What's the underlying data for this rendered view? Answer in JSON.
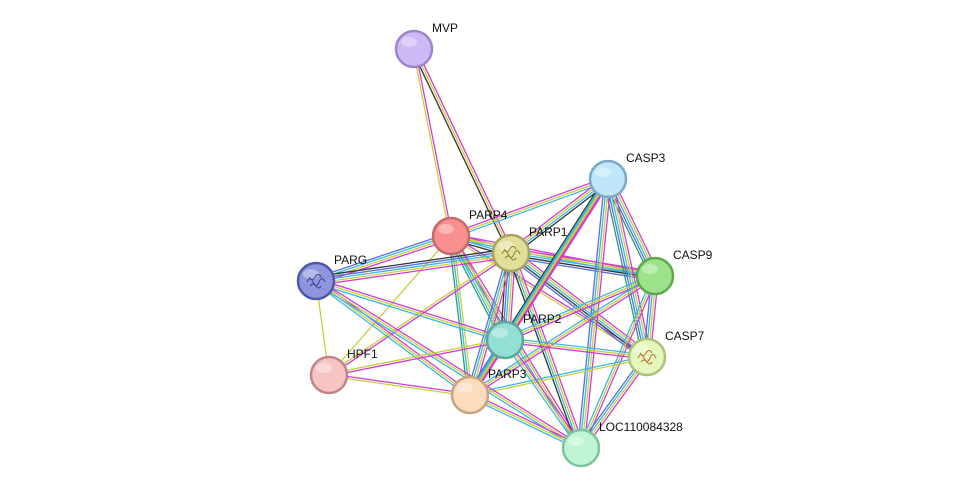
{
  "diagram": {
    "type": "protein-interaction-network",
    "nodes": [
      {
        "id": "MVP",
        "label": "MVP",
        "fill": "#cdb9f5",
        "stroke": "#9a86c8",
        "structure": false
      },
      {
        "id": "CASP3",
        "label": "CASP3",
        "fill": "#c0e6fb",
        "stroke": "#7aa8c8",
        "structure": false
      },
      {
        "id": "PARP4",
        "label": "PARP4",
        "fill": "#f98f8f",
        "stroke": "#c46a6a",
        "structure": false
      },
      {
        "id": "PARP1",
        "label": "PARP1",
        "fill": "#e2df9a",
        "stroke": "#a8a45e",
        "structure": true
      },
      {
        "id": "PARG",
        "label": "PARG",
        "fill": "#8f95dc",
        "stroke": "#4f57a8",
        "structure": true
      },
      {
        "id": "CASP9",
        "label": "CASP9",
        "fill": "#9be28a",
        "stroke": "#5da84e",
        "structure": false
      },
      {
        "id": "PARP2",
        "label": "PARP2",
        "fill": "#94dfd4",
        "stroke": "#5aa89c",
        "structure": false
      },
      {
        "id": "CASP7",
        "label": "CASP7",
        "fill": "#e5f7bc",
        "stroke": "#a9c27c",
        "structure": true
      },
      {
        "id": "HPF1",
        "label": "HPF1",
        "fill": "#f7c4c4",
        "stroke": "#c08686",
        "structure": false
      },
      {
        "id": "PARP3",
        "label": "PARP3",
        "fill": "#fbdcbd",
        "stroke": "#c9a27e",
        "structure": false
      },
      {
        "id": "LOC110084328",
        "label": "LOC110084328",
        "fill": "#bff5d2",
        "stroke": "#7dc49a",
        "structure": false
      }
    ],
    "edges": [
      {
        "source": "MVP",
        "target": "PARP4",
        "colors": [
          "#d23bd2",
          "#c8cf3a"
        ]
      },
      {
        "source": "MVP",
        "target": "PARP1",
        "colors": [
          "#d23bd2",
          "#c8cf3a",
          "#333333"
        ]
      },
      {
        "source": "PARP4",
        "target": "PARP1",
        "colors": [
          "#d23bd2",
          "#c8cf3a",
          "#3bb7e0",
          "#333333"
        ]
      },
      {
        "source": "PARP4",
        "target": "CASP3",
        "colors": [
          "#d23bd2",
          "#c8cf3a",
          "#3bb7e0"
        ]
      },
      {
        "source": "PARP4",
        "target": "PARG",
        "colors": [
          "#d23bd2",
          "#c8cf3a",
          "#3bb7e0",
          "#5a6ee0"
        ]
      },
      {
        "source": "PARP4",
        "target": "CASP9",
        "colors": [
          "#d23bd2",
          "#c8cf3a",
          "#3bb7e0"
        ]
      },
      {
        "source": "PARP4",
        "target": "PARP2",
        "colors": [
          "#d23bd2",
          "#c8cf3a",
          "#3bb7e0",
          "#20a070"
        ]
      },
      {
        "source": "PARP4",
        "target": "PARP3",
        "colors": [
          "#c8cf3a",
          "#3bb7e0",
          "#20a070"
        ]
      },
      {
        "source": "PARP4",
        "target": "HPF1",
        "colors": [
          "#c8cf3a"
        ]
      },
      {
        "source": "PARP4",
        "target": "CASP7",
        "colors": [
          "#d23bd2",
          "#c8cf3a"
        ]
      },
      {
        "source": "PARP4",
        "target": "LOC110084328",
        "colors": [
          "#d23bd2",
          "#c8cf3a",
          "#3bb7e0"
        ]
      },
      {
        "source": "PARP1",
        "target": "CASP3",
        "colors": [
          "#d23bd2",
          "#c8cf3a",
          "#3bb7e0",
          "#333333"
        ]
      },
      {
        "source": "PARP1",
        "target": "PARG",
        "colors": [
          "#d23bd2",
          "#c8cf3a",
          "#3bb7e0",
          "#5a6ee0",
          "#333333"
        ]
      },
      {
        "source": "PARP1",
        "target": "CASP9",
        "colors": [
          "#d23bd2",
          "#c8cf3a",
          "#3bb7e0",
          "#333333",
          "#5a6ee0"
        ]
      },
      {
        "source": "PARP1",
        "target": "CASP7",
        "colors": [
          "#d23bd2",
          "#c8cf3a",
          "#3bb7e0",
          "#333333",
          "#5a6ee0"
        ]
      },
      {
        "source": "PARP1",
        "target": "PARP2",
        "colors": [
          "#d23bd2",
          "#c8cf3a",
          "#3bb7e0",
          "#5a6ee0",
          "#333333"
        ]
      },
      {
        "source": "PARP1",
        "target": "PARP3",
        "colors": [
          "#d23bd2",
          "#c8cf3a",
          "#3bb7e0",
          "#5a6ee0"
        ]
      },
      {
        "source": "PARP1",
        "target": "HPF1",
        "colors": [
          "#d23bd2",
          "#c8cf3a"
        ]
      },
      {
        "source": "PARP1",
        "target": "LOC110084328",
        "colors": [
          "#d23bd2",
          "#c8cf3a",
          "#3bb7e0",
          "#333333"
        ]
      },
      {
        "source": "CASP3",
        "target": "CASP9",
        "colors": [
          "#d23bd2",
          "#c8cf3a",
          "#3bb7e0",
          "#5a6ee0",
          "#20a070"
        ]
      },
      {
        "source": "CASP3",
        "target": "CASP7",
        "colors": [
          "#d23bd2",
          "#c8cf3a",
          "#3bb7e0",
          "#5a6ee0",
          "#20a070"
        ]
      },
      {
        "source": "CASP3",
        "target": "PARP2",
        "colors": [
          "#d23bd2",
          "#c8cf3a",
          "#3bb7e0",
          "#333333"
        ]
      },
      {
        "source": "CASP3",
        "target": "PARP3",
        "colors": [
          "#d23bd2",
          "#c8cf3a",
          "#3bb7e0"
        ]
      },
      {
        "source": "CASP3",
        "target": "LOC110084328",
        "colors": [
          "#d23bd2",
          "#c8cf3a",
          "#3bb7e0",
          "#5a6ee0"
        ]
      },
      {
        "source": "CASP9",
        "target": "CASP7",
        "colors": [
          "#d23bd2",
          "#c8cf3a",
          "#3bb7e0",
          "#5a6ee0"
        ]
      },
      {
        "source": "CASP9",
        "target": "PARP2",
        "colors": [
          "#d23bd2",
          "#c8cf3a",
          "#3bb7e0"
        ]
      },
      {
        "source": "CASP9",
        "target": "PARP3",
        "colors": [
          "#d23bd2",
          "#c8cf3a",
          "#3bb7e0"
        ]
      },
      {
        "source": "CASP9",
        "target": "LOC110084328",
        "colors": [
          "#d23bd2",
          "#c8cf3a",
          "#3bb7e0"
        ]
      },
      {
        "source": "CASP7",
        "target": "PARP2",
        "colors": [
          "#d23bd2",
          "#c8cf3a",
          "#3bb7e0"
        ]
      },
      {
        "source": "CASP7",
        "target": "PARP3",
        "colors": [
          "#c8cf3a",
          "#3bb7e0"
        ]
      },
      {
        "source": "CASP7",
        "target": "LOC110084328",
        "colors": [
          "#d23bd2",
          "#c8cf3a",
          "#3bb7e0",
          "#5a6ee0"
        ]
      },
      {
        "source": "PARG",
        "target": "PARP2",
        "colors": [
          "#d23bd2",
          "#c8cf3a",
          "#3bb7e0"
        ]
      },
      {
        "source": "PARG",
        "target": "PARP3",
        "colors": [
          "#d23bd2",
          "#c8cf3a",
          "#3bb7e0"
        ]
      },
      {
        "source": "PARG",
        "target": "HPF1",
        "colors": [
          "#c8cf3a"
        ]
      },
      {
        "source": "PARG",
        "target": "LOC110084328",
        "colors": [
          "#d23bd2",
          "#c8cf3a",
          "#3bb7e0"
        ]
      },
      {
        "source": "PARP2",
        "target": "PARP3",
        "colors": [
          "#d23bd2",
          "#c8cf3a",
          "#3bb7e0",
          "#5a6ee0"
        ]
      },
      {
        "source": "PARP2",
        "target": "HPF1",
        "colors": [
          "#d23bd2",
          "#c8cf3a"
        ]
      },
      {
        "source": "PARP2",
        "target": "LOC110084328",
        "colors": [
          "#d23bd2",
          "#c8cf3a",
          "#3bb7e0"
        ]
      },
      {
        "source": "HPF1",
        "target": "PARP3",
        "colors": [
          "#d23bd2",
          "#c8cf3a"
        ]
      },
      {
        "source": "PARP3",
        "target": "LOC110084328",
        "colors": [
          "#d23bd2",
          "#c8cf3a",
          "#3bb7e0"
        ]
      }
    ]
  }
}
